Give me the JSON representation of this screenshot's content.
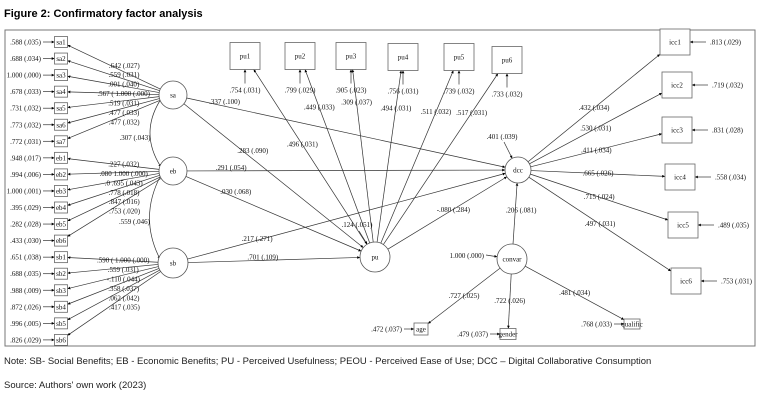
{
  "figure_title": "Figure 2: Confirmatory factor analysis",
  "note": "Note: SB- Social Benefits; EB - Economic Benefits; PU - Perceived Usefulness; PEOU - Perceived Ease of Use; DCC – Digital Collaborative Consumption",
  "source": "Source: Authors' own work (2023)",
  "latents": [
    {
      "id": "sa",
      "label": "sa"
    },
    {
      "id": "eb",
      "label": "eb"
    },
    {
      "id": "sb",
      "label": "sb"
    },
    {
      "id": "pu",
      "label": "pu",
      "residual": ".124 (.051)"
    },
    {
      "id": "dcc",
      "label": "dcc",
      "residual": ".401 (.039)"
    },
    {
      "id": "convar",
      "label": "convar",
      "residual": "1.000 (.000)"
    }
  ],
  "indicators": [
    {
      "id": "sa1",
      "label": "sa1",
      "latent": "sa",
      "error": ".588 (.035)",
      "loading": ".642 (.027)"
    },
    {
      "id": "sa2",
      "label": "sa2",
      "latent": "sa",
      "error": ".688 (.034)",
      "loading": ".559 (.031)"
    },
    {
      "id": "sa3",
      "label": "sa3",
      "latent": "sa",
      "error": "1.000 (.000)",
      "loading": ".001 (.040)"
    },
    {
      "id": "sa4",
      "label": "sa4",
      "latent": "sa",
      "error": ".678 (.033)",
      "loading": ".567 ( 1.000 (.000)"
    },
    {
      "id": "sa5",
      "label": "sa5",
      "latent": "sa",
      "error": ".731 (.032)",
      "loading": ".519 (.031)"
    },
    {
      "id": "sa6",
      "label": "sa6",
      "latent": "sa",
      "error": ".773 (.032)",
      "loading": ".477 (.033)"
    },
    {
      "id": "sa7",
      "label": "sa7",
      "latent": "sa",
      "error": ".772 (.031)",
      "loading": ".477 (.032)"
    },
    {
      "id": "eb1",
      "label": "eb1",
      "latent": "eb",
      "error": ".948 (.017)",
      "loading": ".227 (.032)"
    },
    {
      "id": "eb2",
      "label": "eb2",
      "latent": "eb",
      "error": ".994 (.006)",
      "loading": ".080 1.000 (.000)"
    },
    {
      "id": "eb3",
      "label": "eb3",
      "latent": "eb",
      "error": "1.000 (.001)",
      "loading": ".0 .695 (.043)"
    },
    {
      "id": "eb4",
      "label": "eb4",
      "latent": "eb",
      "error": ".395 (.029)",
      "loading": ".778 (.018)"
    },
    {
      "id": "eb5",
      "label": "eb5",
      "latent": "eb",
      "error": ".282 (.028)",
      "loading": ".847 (.016)"
    },
    {
      "id": "eb6",
      "label": "eb6",
      "latent": "eb",
      "error": ".433 (.030)",
      "loading": ".753 (.020)"
    },
    {
      "id": "sb1",
      "label": "sb1",
      "latent": "sb",
      "error": ".651 (.038)",
      "loading": ".590 ( 1.000 (.000)"
    },
    {
      "id": "sb2",
      "label": "sb2",
      "latent": "sb",
      "error": ".688 (.035)",
      "loading": ".559 (.031)"
    },
    {
      "id": "sb3",
      "label": "sb3",
      "latent": "sb",
      "error": ".988 (.009)",
      "loading": "-.110 (.044)"
    },
    {
      "id": "sb4",
      "label": "sb4",
      "latent": "sb",
      "error": ".872 (.026)",
      "loading": ".358 (.037)"
    },
    {
      "id": "sb5",
      "label": "sb5",
      "latent": "sb",
      "error": ".996 (.005)",
      "loading": ".062 (.042)"
    },
    {
      "id": "sb6",
      "label": "sb6",
      "latent": "sb",
      "error": ".826 (.029)",
      "loading": ".417 (.035)"
    },
    {
      "id": "pu1",
      "label": "pu1",
      "latent": "pu",
      "error": ".754 (.031)",
      "loading": ".496 (.031)"
    },
    {
      "id": "pu2",
      "label": "pu2",
      "latent": "pu",
      "error": ".799 (.029)",
      "loading": ".449 (.033)"
    },
    {
      "id": "pu3",
      "label": "pu3",
      "latent": "pu",
      "error": ".905 (.023)",
      "loading": ".309 (.037)"
    },
    {
      "id": "pu4",
      "label": "pu4",
      "latent": "pu",
      "error": ".756 (.031)",
      "loading": ".494 (.031)"
    },
    {
      "id": "pu5",
      "label": "pu5",
      "latent": "pu",
      "error": ".739 (.032)",
      "loading": ".511 (.032)"
    },
    {
      "id": "pu6",
      "label": "pu6",
      "latent": "pu",
      "error": ".733 (.032)",
      "loading": ".517 (.031)"
    },
    {
      "id": "icc1",
      "label": "icc1",
      "latent": "dcc",
      "error": ".813 (.029)",
      "loading": ".432 (.034)"
    },
    {
      "id": "icc2",
      "label": "icc2",
      "latent": "dcc",
      "error": ".719 (.032)",
      "loading": ".530 (.031)"
    },
    {
      "id": "icc3",
      "label": "icc3",
      "latent": "dcc",
      "error": ".831 (.028)",
      "loading": ".411 (.034)"
    },
    {
      "id": "icc4",
      "label": "icc4",
      "latent": "dcc",
      "error": ".558 (.034)",
      "loading": ".665 (.026)"
    },
    {
      "id": "icc5",
      "label": "icc5",
      "latent": "dcc",
      "error": ".489 (.035)",
      "loading": ".715 (.024)"
    },
    {
      "id": "icc6",
      "label": "icc6",
      "latent": "dcc",
      "error": ".753 (.031)",
      "loading": ".497 (.031)"
    },
    {
      "id": "age",
      "label": "age",
      "latent": "convar",
      "error": ".472 (.037)",
      "loading": ".727 (.025)"
    },
    {
      "id": "gender",
      "label": "gender",
      "latent": "convar",
      "error": ".479 (.037)",
      "loading": ".722 (.026)"
    },
    {
      "id": "qualific",
      "label": "qualific",
      "latent": "convar",
      "error": ".768 (.033)",
      "loading": ".481 (.034)"
    }
  ],
  "paths": [
    {
      "from": "sa",
      "to": "dcc",
      "label": ".337 (.100)"
    },
    {
      "from": "sa",
      "to": "pu",
      "label": ".283 (.090)"
    },
    {
      "from": "eb",
      "to": "dcc",
      "label": ".291 (.054)"
    },
    {
      "from": "eb",
      "to": "pu",
      "label": ".030 (.068)"
    },
    {
      "from": "sb",
      "to": "dcc",
      "label": ".217 (.271)"
    },
    {
      "from": "sb",
      "to": "pu",
      "label": ".701 (.109)"
    },
    {
      "from": "pu",
      "to": "dcc",
      "label": "-.080 (.284)"
    },
    {
      "from": "convar",
      "to": "dcc",
      "label": ".206 (.081)"
    }
  ],
  "covariances": [
    {
      "a": "sa",
      "b": "eb",
      "label": ".307 (.043)"
    },
    {
      "a": "eb",
      "b": "sb",
      "label": ".559 (.046)"
    }
  ]
}
